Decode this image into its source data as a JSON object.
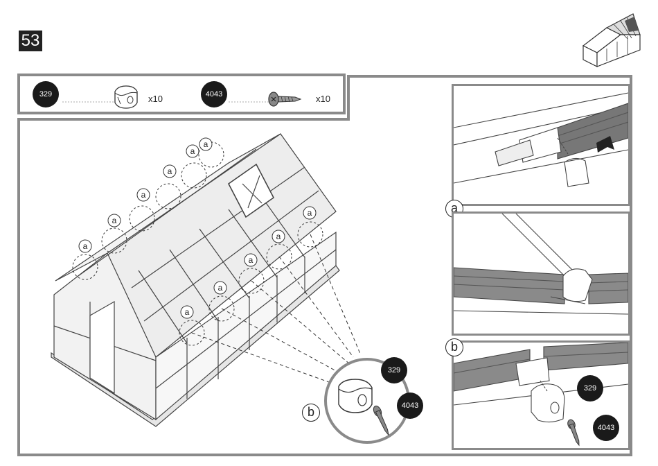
{
  "step": {
    "number": "53"
  },
  "parts": [
    {
      "id": "329",
      "qty": "x10",
      "icon": "connector-clip-icon"
    },
    {
      "id": "4043",
      "qty": "x10",
      "icon": "screw-icon"
    }
  ],
  "callouts": {
    "a": "a",
    "b": "b"
  },
  "details": {
    "zoom_b_parts": [
      "329",
      "4043"
    ],
    "panel_b_parts": [
      "329",
      "4043"
    ]
  }
}
